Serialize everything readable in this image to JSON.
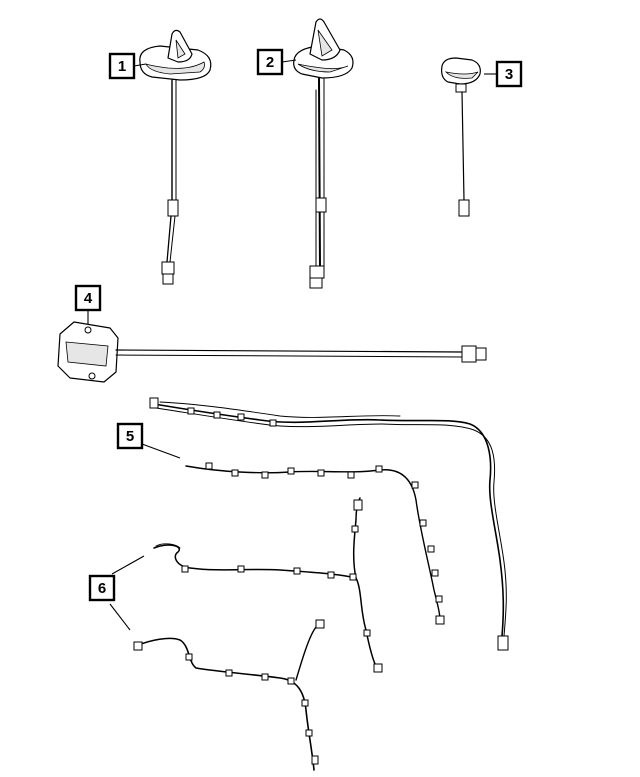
{
  "callouts": [
    {
      "label": "1",
      "part": "shark-fin-antenna-1"
    },
    {
      "label": "2",
      "part": "shark-fin-antenna-2"
    },
    {
      "label": "3",
      "part": "roof-antenna-module"
    },
    {
      "label": "4",
      "part": "antenna-module-with-cable"
    },
    {
      "label": "5",
      "part": "antenna-cable-harness"
    },
    {
      "label": "6",
      "part": "rear-wiring-harness"
    }
  ],
  "colors": {
    "line": "#000000",
    "background": "#ffffff",
    "shade": "#e6e6e6"
  }
}
